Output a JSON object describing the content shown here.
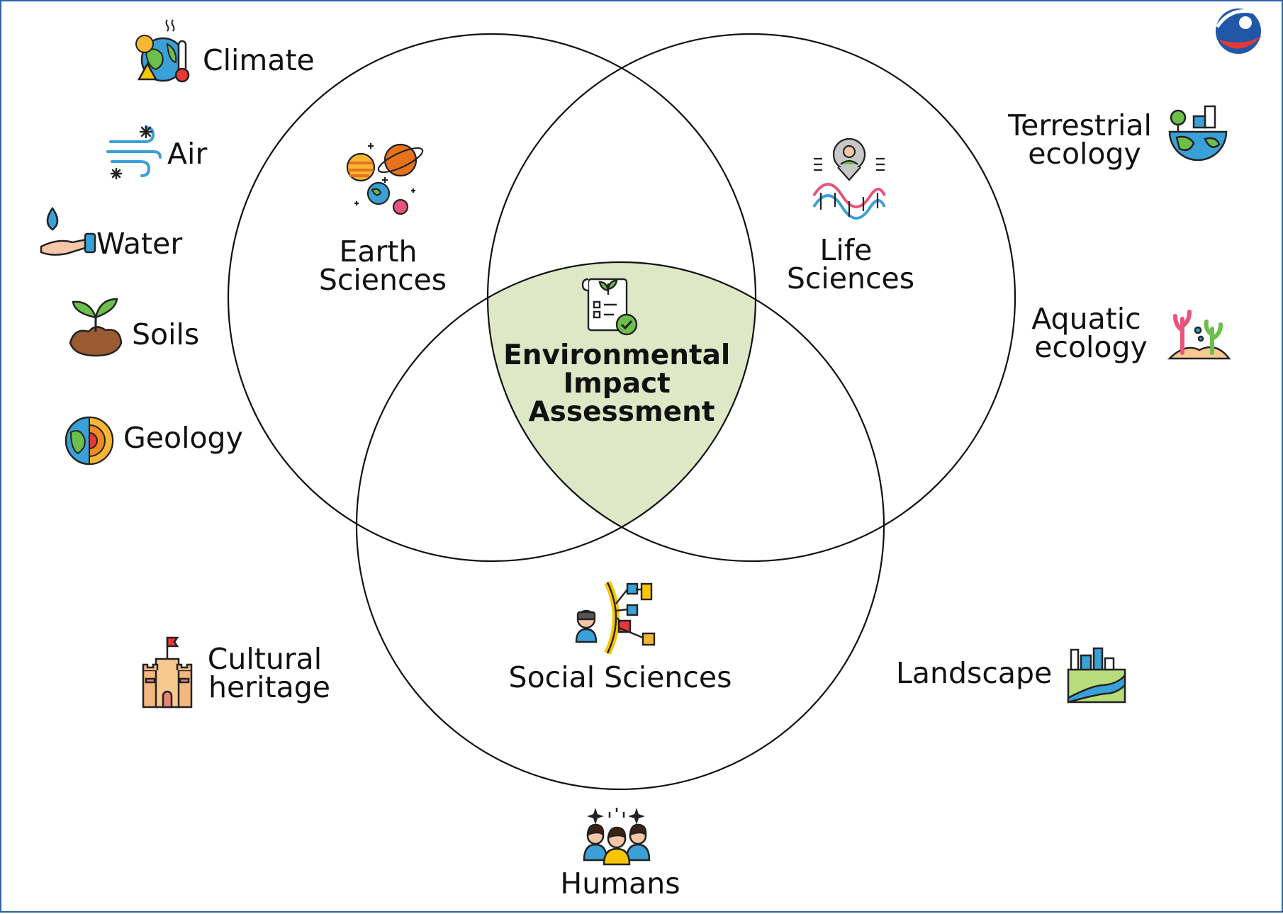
{
  "diagram": {
    "center_line1": "Environmental",
    "center_line2": "Impact",
    "center_line3": "Assessment",
    "circles": {
      "earth": {
        "line1": "Earth",
        "line2": "Sciences"
      },
      "life": {
        "line1": "Life",
        "line2": "Sciences"
      },
      "social": {
        "line1": "Social Sciences"
      }
    },
    "factors": {
      "climate": "Climate",
      "air": "Air",
      "water": "Water",
      "soils": "Soils",
      "geology": "Geology",
      "terrestrial_line1": "Terrestrial",
      "terrestrial_line2": "ecology",
      "aquatic_line1": "Aquatic",
      "aquatic_line2": "ecology",
      "cultural_line1": "Cultural",
      "cultural_line2": "heritage",
      "landscape": "Landscape",
      "humans": "Humans"
    }
  },
  "colors": {
    "frame": "#2d63ab",
    "intersection_fill": "#dfe8c6",
    "circle_stroke": "#111111",
    "logo_blue": "#2057a7",
    "logo_red": "#e53935"
  },
  "icons": [
    "climate-icon",
    "air-icon",
    "water-icon",
    "soils-icon",
    "geology-icon",
    "planets-icon",
    "dna-icon",
    "checklist-icon",
    "network-icon",
    "terrestrial-ecology-icon",
    "aquatic-ecology-icon",
    "castle-icon",
    "landscape-icon",
    "humans-icon",
    "brand-logo-icon"
  ]
}
